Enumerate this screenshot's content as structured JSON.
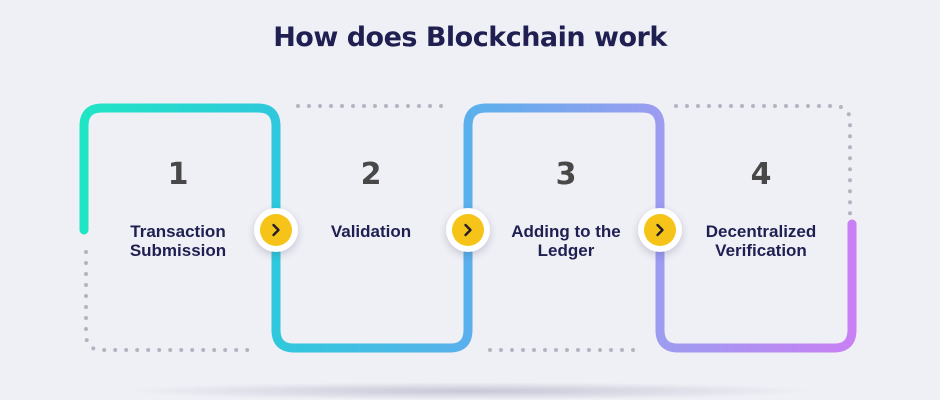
{
  "title": "How does Blockchain work",
  "steps": [
    {
      "number": "1",
      "label": "Transaction Submission"
    },
    {
      "number": "2",
      "label": "Validation"
    },
    {
      "number": "3",
      "label": "Adding to the Ledger"
    },
    {
      "number": "4",
      "label": "Decentralized Verification"
    }
  ],
  "connectors": [
    {
      "icon": "chevron-right-icon"
    },
    {
      "icon": "chevron-right-icon"
    },
    {
      "icon": "chevron-right-icon"
    }
  ],
  "colors": {
    "title": "#1f1f52",
    "number": "#484848",
    "label": "#1f1f52",
    "arrow_fill": "#f6c418",
    "gradient": [
      "#1fe5c4",
      "#2fc8dc",
      "#5ab0ec",
      "#9c9cf0",
      "#c880f4"
    ],
    "dotted_line": "#b3b3c2"
  }
}
